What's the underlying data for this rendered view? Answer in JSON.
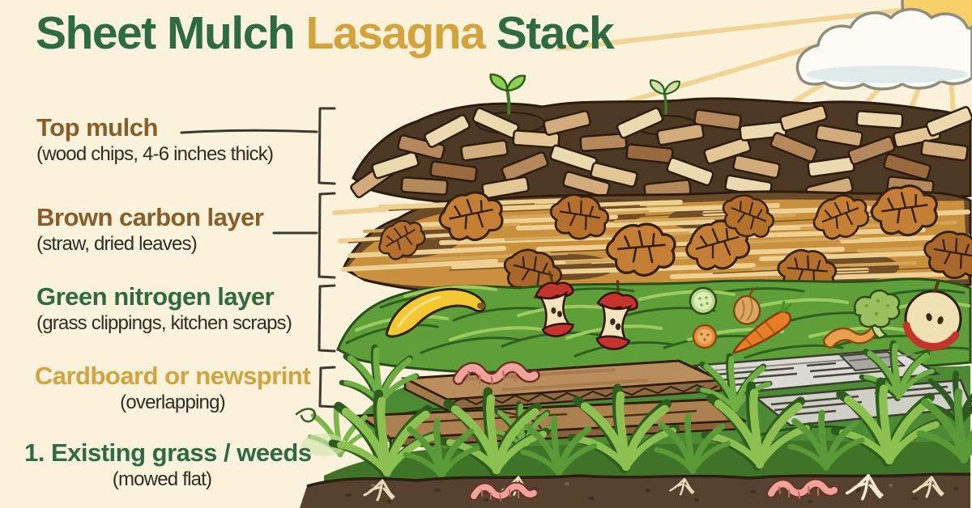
{
  "title": {
    "part1": "Sheet Mulch ",
    "part2": "Lasagna",
    "part3": " Stack"
  },
  "layers": [
    {
      "label": "Top mulch",
      "sublabel": "(wood chips, 4-6 inches thick)"
    },
    {
      "label": "Brown carbon layer",
      "sublabel": "(straw, dried leaves)"
    },
    {
      "label": "Green nitrogen layer",
      "sublabel": "(grass clippings, kitchen scraps)"
    },
    {
      "label": "Cardboard or newsprint",
      "sublabel": "(overlapping)"
    },
    {
      "label": "1. Existing grass / weeds",
      "sublabel": "(mowed flat)"
    }
  ],
  "illustration": {
    "sky": {
      "sun": "sun peeking over cloud",
      "cloud": "white cloud",
      "rays": "golden sun rays"
    },
    "items": [
      "seedlings sprouting from mulch",
      "wood chips on dark compost",
      "straw strands",
      "dried oak leaves",
      "grass clippings",
      "banana peel",
      "apple cores",
      "cucumber slice",
      "onion",
      "carrot",
      "orange peel curl",
      "broccoli floret",
      "halved apple",
      "corrugated cardboard sheets",
      "newspaper sheets",
      "earthworms",
      "grass blades with roots",
      "dark soil"
    ]
  },
  "colors": {
    "background": "#faf2da",
    "title_green": "#2e6b3f",
    "accent_gold": "#d5a33c",
    "label_brown": "#8a5c28",
    "label_green": "#2e6b40",
    "body_text": "#2e2e26",
    "bracket": "#3b3b30",
    "mulch_brown": "#4d3823",
    "straw_gold": "#c9913e",
    "grass_green": "#5f9f3a",
    "cardboard_tan": "#b98e5c",
    "newspaper_gray": "#d9d9d0",
    "soil_brown": "#55412d",
    "worm_pink": "#efa39b",
    "sun_yellow": "#f6cf66"
  }
}
